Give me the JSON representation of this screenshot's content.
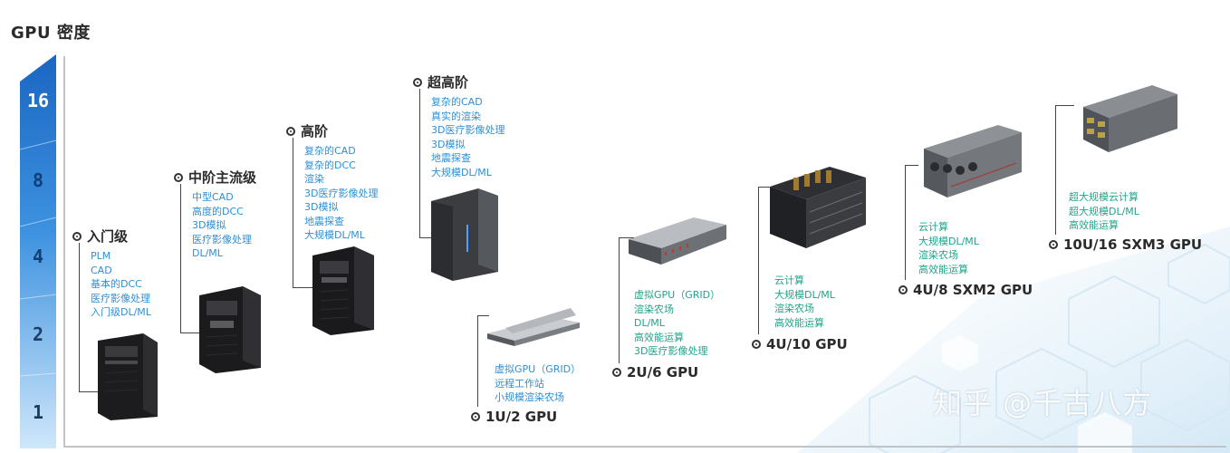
{
  "title": "GPU 密度",
  "density_levels": [
    "16",
    "8",
    "4",
    "2",
    "1"
  ],
  "colors": {
    "blue_text": "#2f8fd6",
    "teal_text": "#1fa58c",
    "bar_dark": "#1e73c9",
    "bar_light": "#a9d4f5"
  },
  "workstations": [
    {
      "name": "入门级",
      "items": [
        "PLM",
        "CAD",
        "基本的DCC",
        "医疗影像处理",
        "入门级DL/ML"
      ]
    },
    {
      "name": "中阶主流级",
      "items": [
        "中型CAD",
        "高度的DCC",
        "3D模拟",
        "医疗影像处理",
        "DL/ML"
      ]
    },
    {
      "name": "高阶",
      "items": [
        "复杂的CAD",
        "复杂的DCC",
        "渲染",
        "3D医疗影像处理",
        "3D模拟",
        "地震探查",
        "大规模DL/ML"
      ]
    },
    {
      "name": "超高阶",
      "items": [
        "复杂的CAD",
        "真实的渲染",
        "3D医疗影像处理",
        "3D模拟",
        "地震探查",
        "大规模DL/ML"
      ]
    }
  ],
  "servers": [
    {
      "label": "1U/2 GPU",
      "items": [
        "虚拟GPU（GRID）",
        "远程工作站",
        "小规模渲染农场"
      ]
    },
    {
      "label": "2U/6 GPU",
      "items": [
        "虚拟GPU（GRID）",
        "渲染农场",
        "DL/ML",
        "高效能运算",
        "3D医疗影像处理"
      ]
    },
    {
      "label": "4U/10 GPU",
      "items": [
        "云计算",
        "大规模DL/ML",
        "渲染农场",
        "高效能运算"
      ]
    },
    {
      "label": "4U/8 SXM2 GPU",
      "items": [
        "云计算",
        "大规模DL/ML",
        "渲染农场",
        "高效能运算"
      ]
    },
    {
      "label": "10U/16 SXM3 GPU",
      "items": [
        "超大规模云计算",
        "超大规模DL/ML",
        "高效能运算"
      ]
    }
  ],
  "watermark": "知乎 @千古八方"
}
